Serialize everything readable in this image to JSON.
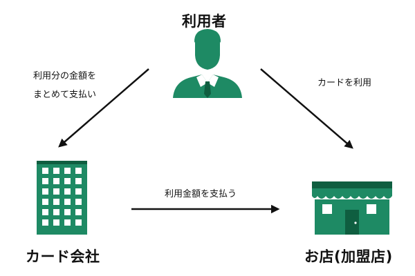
{
  "nodes": {
    "user": {
      "label": "利用者",
      "icon": "user-icon"
    },
    "card_company": {
      "label": "カード会社",
      "icon": "office-building-icon"
    },
    "store": {
      "label": "お店(加盟店)",
      "icon": "storefront-icon"
    }
  },
  "edges": {
    "user_to_card_company": {
      "line1": "利用分の金額を",
      "line2": "まとめて支払い"
    },
    "user_to_store": {
      "label": "カードを利用"
    },
    "card_company_to_store": {
      "label": "利用金額を支払う"
    }
  },
  "colors": {
    "icon_green": "#1e8a64",
    "icon_dark_green": "#0f5e40",
    "window_white": "#ffffff",
    "arrow": "#111111",
    "text": "#111111"
  }
}
